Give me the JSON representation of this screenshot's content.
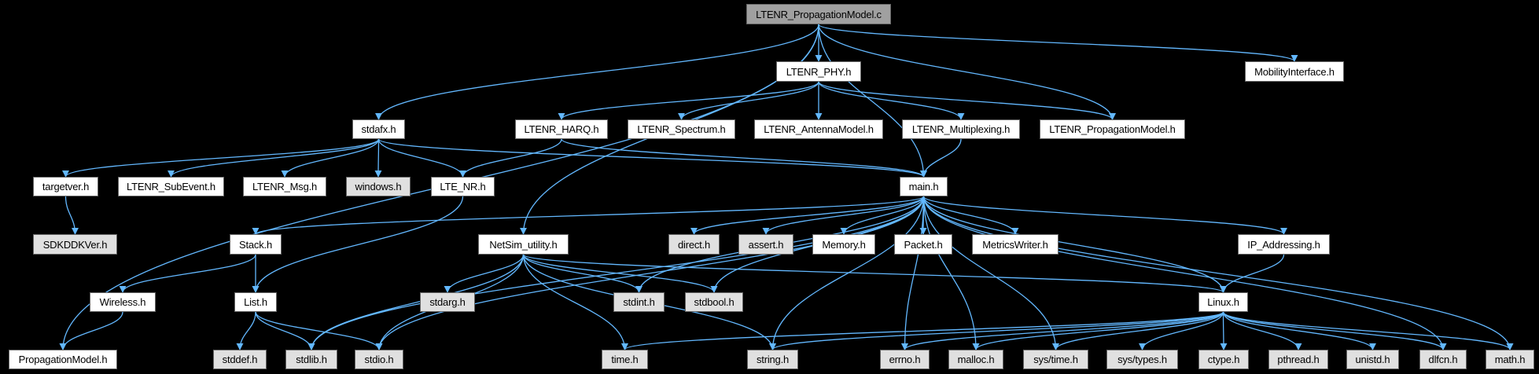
{
  "title": "LTENR_PropagationModel.c",
  "colors": {
    "edge": "#63b8ff",
    "root_fill": "#a0a0a0",
    "documented_fill": "#ffffff",
    "external_fill": "#e0e0e0",
    "background": "#000000"
  },
  "nodes": {
    "root": {
      "label": "LTENR_PropagationModel.c",
      "kind": "root"
    },
    "phy": {
      "label": "LTENR_PHY.h",
      "kind": "documented"
    },
    "mobility": {
      "label": "MobilityInterface.h",
      "kind": "documented"
    },
    "stdafx": {
      "label": "stdafx.h",
      "kind": "documented"
    },
    "harq": {
      "label": "LTENR_HARQ.h",
      "kind": "documented"
    },
    "spectrum": {
      "label": "LTENR_Spectrum.h",
      "kind": "documented"
    },
    "antenna": {
      "label": "LTENR_AntennaModel.h",
      "kind": "documented"
    },
    "multiplexing": {
      "label": "LTENR_Multiplexing.h",
      "kind": "documented"
    },
    "ltenr_prop": {
      "label": "LTENR_PropagationModel.h",
      "kind": "documented"
    },
    "targetver": {
      "label": "targetver.h",
      "kind": "documented"
    },
    "subevent": {
      "label": "LTENR_SubEvent.h",
      "kind": "documented"
    },
    "msg": {
      "label": "LTENR_Msg.h",
      "kind": "documented"
    },
    "windows": {
      "label": "windows.h",
      "kind": "external"
    },
    "lte_nr": {
      "label": "LTE_NR.h",
      "kind": "documented"
    },
    "main": {
      "label": "main.h",
      "kind": "documented"
    },
    "sdkddkver": {
      "label": "SDKDDKVer.h",
      "kind": "external"
    },
    "stack": {
      "label": "Stack.h",
      "kind": "documented"
    },
    "netsim_utility": {
      "label": "NetSim_utility.h",
      "kind": "documented"
    },
    "direct": {
      "label": "direct.h",
      "kind": "external"
    },
    "assert": {
      "label": "assert.h",
      "kind": "external"
    },
    "memory": {
      "label": "Memory.h",
      "kind": "documented"
    },
    "packet": {
      "label": "Packet.h",
      "kind": "documented"
    },
    "metrics": {
      "label": "MetricsWriter.h",
      "kind": "documented"
    },
    "ip_addressing": {
      "label": "IP_Addressing.h",
      "kind": "documented"
    },
    "wireless": {
      "label": "Wireless.h",
      "kind": "documented"
    },
    "list": {
      "label": "List.h",
      "kind": "documented"
    },
    "stdarg": {
      "label": "stdarg.h",
      "kind": "external"
    },
    "stdint": {
      "label": "stdint.h",
      "kind": "external"
    },
    "stdbool": {
      "label": "stdbool.h",
      "kind": "external"
    },
    "linux": {
      "label": "Linux.h",
      "kind": "documented"
    },
    "propmodel": {
      "label": "PropagationModel.h",
      "kind": "documented"
    },
    "stddef": {
      "label": "stddef.h",
      "kind": "external"
    },
    "stdlib": {
      "label": "stdlib.h",
      "kind": "external"
    },
    "stdio": {
      "label": "stdio.h",
      "kind": "external"
    },
    "time": {
      "label": "time.h",
      "kind": "external"
    },
    "string": {
      "label": "string.h",
      "kind": "external"
    },
    "errno": {
      "label": "errno.h",
      "kind": "external"
    },
    "malloc": {
      "label": "malloc.h",
      "kind": "external"
    },
    "systime": {
      "label": "sys/time.h",
      "kind": "external"
    },
    "systypes": {
      "label": "sys/types.h",
      "kind": "external"
    },
    "ctype": {
      "label": "ctype.h",
      "kind": "external"
    },
    "pthread": {
      "label": "pthread.h",
      "kind": "external"
    },
    "unistd": {
      "label": "unistd.h",
      "kind": "external"
    },
    "dlfcn": {
      "label": "dlfcn.h",
      "kind": "external"
    },
    "math": {
      "label": "math.h",
      "kind": "external"
    }
  },
  "edges": [
    [
      "root",
      "stdafx"
    ],
    [
      "root",
      "netsim_utility"
    ],
    [
      "root",
      "propmodel"
    ],
    [
      "root",
      "phy"
    ],
    [
      "root",
      "ltenr_prop"
    ],
    [
      "root",
      "mobility"
    ],
    [
      "root",
      "main"
    ],
    [
      "phy",
      "harq"
    ],
    [
      "phy",
      "spectrum"
    ],
    [
      "phy",
      "antenna"
    ],
    [
      "phy",
      "multiplexing"
    ],
    [
      "phy",
      "ltenr_prop"
    ],
    [
      "stdafx",
      "targetver"
    ],
    [
      "stdafx",
      "subevent"
    ],
    [
      "stdafx",
      "msg"
    ],
    [
      "stdafx",
      "windows"
    ],
    [
      "stdafx",
      "lte_nr"
    ],
    [
      "stdafx",
      "main"
    ],
    [
      "harq",
      "lte_nr"
    ],
    [
      "harq",
      "main"
    ],
    [
      "multiplexing",
      "main"
    ],
    [
      "targetver",
      "sdkddkver"
    ],
    [
      "lte_nr",
      "list"
    ],
    [
      "main",
      "stack"
    ],
    [
      "main",
      "direct"
    ],
    [
      "main",
      "assert"
    ],
    [
      "main",
      "memory"
    ],
    [
      "main",
      "packet"
    ],
    [
      "main",
      "metrics"
    ],
    [
      "main",
      "ip_addressing"
    ],
    [
      "main",
      "linux"
    ],
    [
      "main",
      "stdint"
    ],
    [
      "main",
      "stdbool"
    ],
    [
      "main",
      "string"
    ],
    [
      "main",
      "stdlib"
    ],
    [
      "main",
      "stdio"
    ],
    [
      "main",
      "errno"
    ],
    [
      "main",
      "malloc"
    ],
    [
      "main",
      "systime"
    ],
    [
      "main",
      "dlfcn"
    ],
    [
      "main",
      "math"
    ],
    [
      "stack",
      "wireless"
    ],
    [
      "stack",
      "list"
    ],
    [
      "wireless",
      "propmodel"
    ],
    [
      "list",
      "stddef"
    ],
    [
      "list",
      "stdlib"
    ],
    [
      "list",
      "stdio"
    ],
    [
      "netsim_utility",
      "stdarg"
    ],
    [
      "netsim_utility",
      "stdint"
    ],
    [
      "netsim_utility",
      "stdbool"
    ],
    [
      "netsim_utility",
      "stdlib"
    ],
    [
      "netsim_utility",
      "stdio"
    ],
    [
      "netsim_utility",
      "time"
    ],
    [
      "netsim_utility",
      "string"
    ],
    [
      "netsim_utility",
      "linux"
    ],
    [
      "ip_addressing",
      "linux"
    ],
    [
      "linux",
      "time"
    ],
    [
      "linux",
      "string"
    ],
    [
      "linux",
      "errno"
    ],
    [
      "linux",
      "malloc"
    ],
    [
      "linux",
      "systime"
    ],
    [
      "linux",
      "systypes"
    ],
    [
      "linux",
      "ctype"
    ],
    [
      "linux",
      "pthread"
    ],
    [
      "linux",
      "unistd"
    ],
    [
      "linux",
      "dlfcn"
    ],
    [
      "linux",
      "math"
    ]
  ]
}
